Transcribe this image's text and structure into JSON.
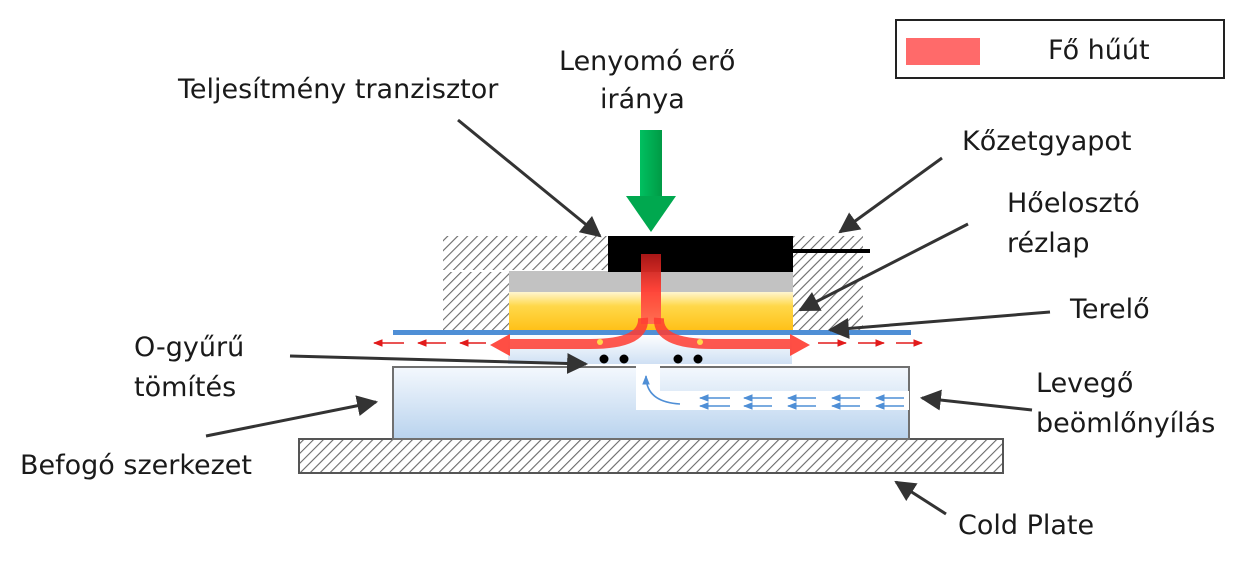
{
  "legend": {
    "main_coolant_label": "Fő hűút",
    "main_coolant_color": "#ff6a6a"
  },
  "labels": {
    "power_transistor": "Teljesítmény tranzisztor",
    "pressing_force_line1": "Lenyomó erő",
    "pressing_force_line2": "iránya",
    "rock_wool": "Kőzetgyapot",
    "heat_spreader_line1": "Hőelosztó",
    "heat_spreader_line2": "rézlap",
    "deflector": "Terelő",
    "o_ring_line1": "O-gyűrű",
    "o_ring_line2": "tömítés",
    "air_inlet_line1": "Levegő",
    "air_inlet_line2": "beömlőnyílás",
    "clamping_structure": "Befogó szerkezet",
    "cold_plate": "Cold Plate"
  },
  "colors": {
    "force_arrow": "#00a84f",
    "transistor": "#000000",
    "copper_plate": "#ffc51c",
    "deflector": "#4f8fd6",
    "flow_red": "#ff3b30",
    "air_flow": "#4f8fd6"
  }
}
